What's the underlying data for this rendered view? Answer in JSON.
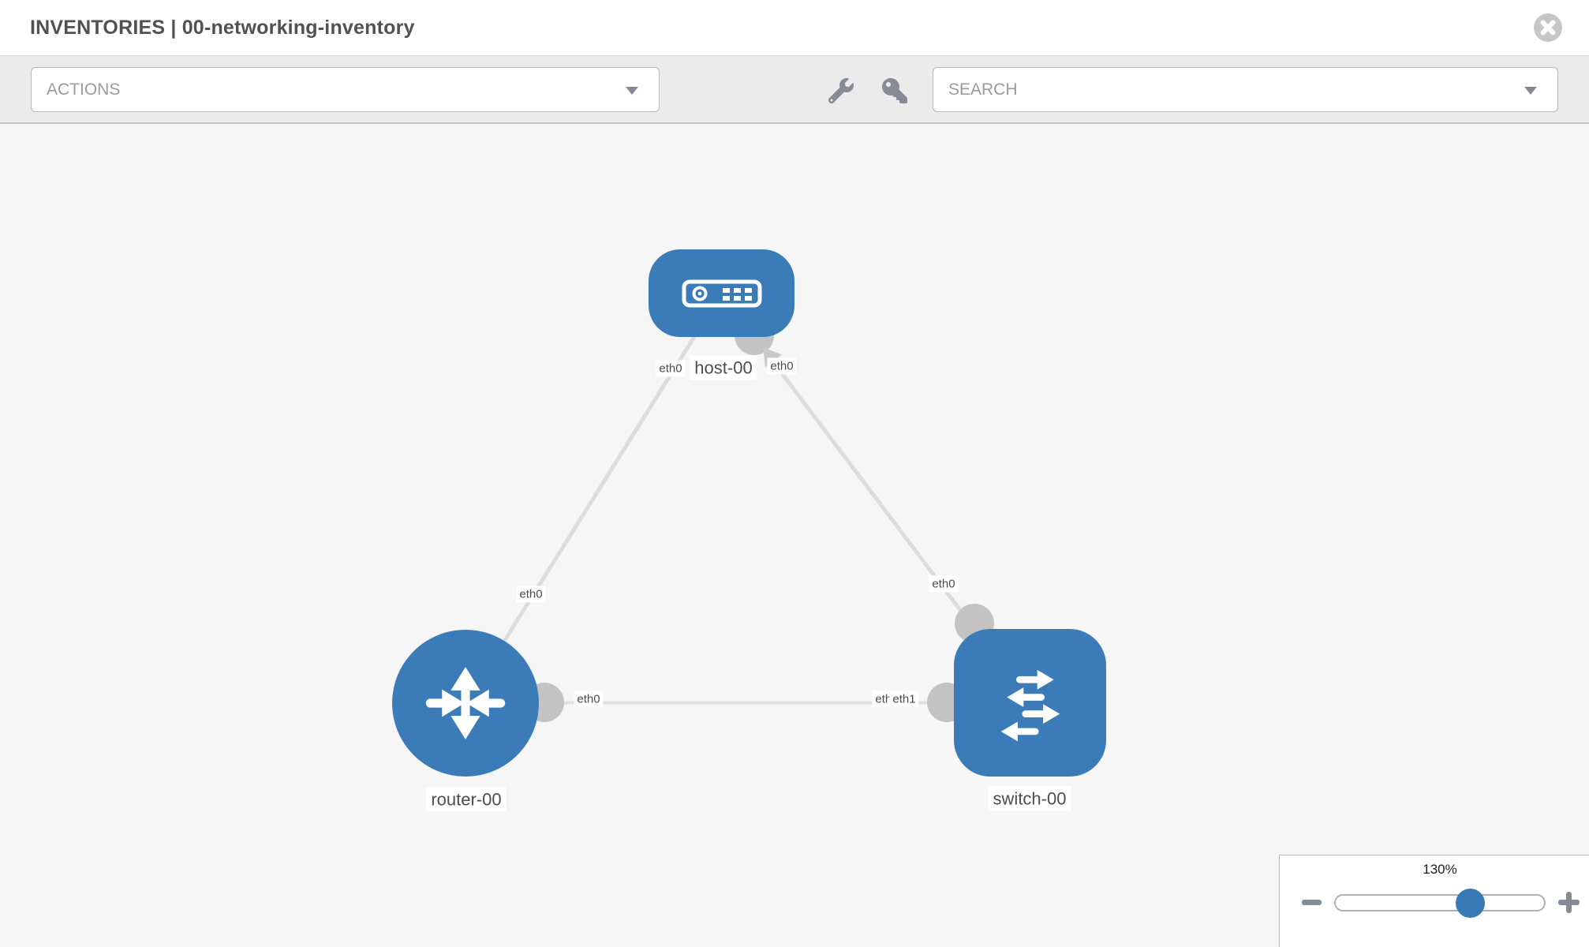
{
  "header": {
    "title": "INVENTORIES | 00-networking-inventory",
    "close_icon": "circle-x-icon"
  },
  "toolbar": {
    "actions_dropdown": {
      "label": "ACTIONS",
      "caret_icon": "chevron-down-icon"
    },
    "search_dropdown": {
      "label": "SEARCH",
      "caret_icon": "chevron-down-icon"
    },
    "tool_icons": [
      "wrench-icon",
      "key-icon"
    ]
  },
  "canvas": {
    "nodes": [
      {
        "name": "host-00",
        "type": "host",
        "shape": "rounded-rect",
        "color": "#3b7cb8",
        "icon": "host-device-icon"
      },
      {
        "name": "router-00",
        "type": "router",
        "shape": "circle",
        "color": "#3b7cb8",
        "icon": "router-arrows-icon"
      },
      {
        "name": "switch-00",
        "type": "switch",
        "shape": "rounded-square",
        "color": "#3b7cb8",
        "icon": "switch-arrows-icon"
      }
    ],
    "links": [
      {
        "source": "host-00",
        "source_interface": "eth0",
        "target": "router-00",
        "target_interface": "eth0"
      },
      {
        "source": "host-00",
        "source_interface": "eth0",
        "target": "switch-00",
        "target_interface": "eth0"
      },
      {
        "source": "router-00",
        "source_interface": "eth0",
        "target": "switch-00",
        "target_interface": "eth1",
        "target_interface_ghost": "eth1"
      }
    ]
  },
  "zoom_control": {
    "level": "130%",
    "percent": 130,
    "zoom_out_icon": "minus-icon",
    "zoom_in_icon": "plus-icon",
    "slider_position": "64%"
  },
  "colors": {
    "node_blue": "#3b7cb8",
    "knob_blue": "#3779b5",
    "link_gray": "#dcdcdc",
    "interface_gray": "#c3c3c3",
    "toolbar_bg": "#ebebeb",
    "canvas_bg": "#f6f6f6",
    "title_text": "#515151",
    "dropdown_text": "#9a9a9a"
  }
}
